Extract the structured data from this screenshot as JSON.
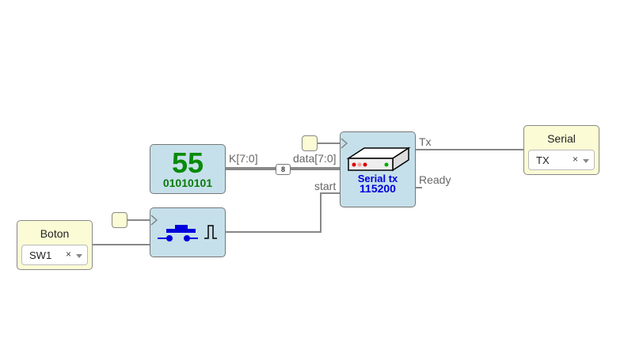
{
  "constant": {
    "value": "55",
    "binary": "01010101",
    "output_label": "K[7:0]"
  },
  "bus_width": "8",
  "serial_tx": {
    "name": "Serial tx",
    "baud": "115200",
    "inputs": {
      "data": "data[7:0]",
      "start": "start"
    },
    "outputs": {
      "tx": "Tx",
      "ready": "Ready"
    }
  },
  "input_boton": {
    "title": "Boton",
    "selected": "SW1",
    "clear": "×"
  },
  "output_serial": {
    "title": "Serial",
    "selected": "TX",
    "clear": "×"
  },
  "colors": {
    "block": "#c5e0ea",
    "io": "#fbfbd5",
    "green": "#0a8a0a",
    "blue": "#0000dd"
  }
}
